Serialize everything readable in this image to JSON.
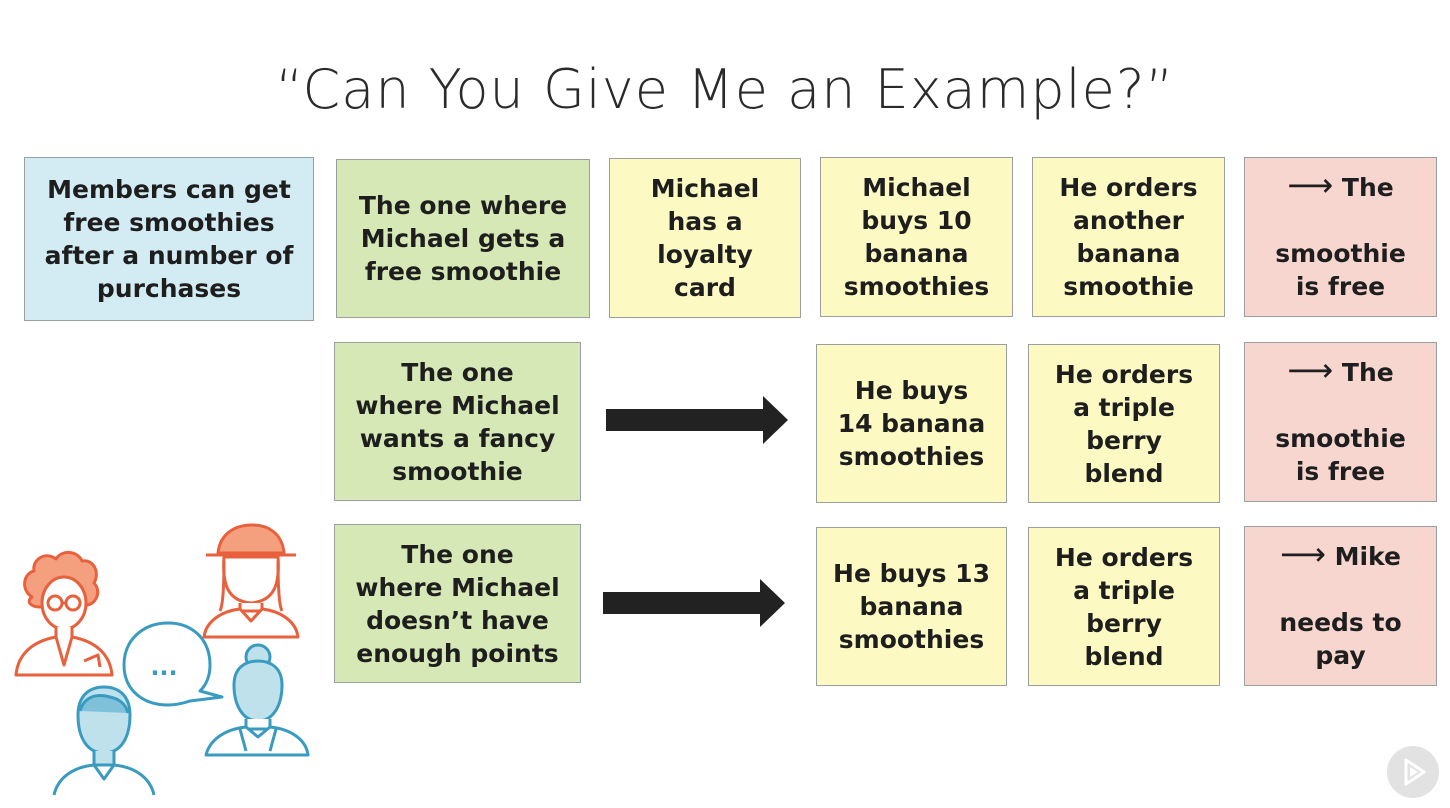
{
  "slide": {
    "title": "“Can You Give Me an Example?”"
  },
  "rule": "Members can get\nfree smoothies\nafter a number of\npurchases",
  "examples": [
    {
      "name": "The one where\nMichael gets a\nfree smoothie",
      "steps": [
        "Michael\nhas a\nloyalty\ncard",
        "Michael\nbuys 10\nbanana\nsmoothies",
        "He orders\nanother\nbanana\nsmoothie"
      ],
      "outcome": {
        "arrow": "⟶",
        "first": "The",
        "rest": "smoothie\nis free"
      }
    },
    {
      "name": "The one\nwhere Michael\nwants a fancy\nsmoothie",
      "steps": [
        "He buys\n14  banana\nsmoothies",
        "He orders\na triple\nberry\nblend"
      ],
      "outcome": {
        "arrow": "⟶",
        "first": "The",
        "rest": "smoothie\nis free"
      }
    },
    {
      "name": "The one\nwhere Michael\ndoesn’t have\nenough points",
      "steps": [
        "He buys 13\nbanana\nsmoothies",
        "He orders\na triple\nberry\nblend"
      ],
      "outcome": {
        "arrow": "⟶",
        "first": "Mike",
        "rest": "needs to\npay"
      }
    }
  ],
  "speech_bubble": "...",
  "colors": {
    "rule": "#d3ecf4",
    "example": "#d6e8b5",
    "step": "#fcf9c2",
    "outcome": "#f7d6d0",
    "people_orange": "#e8603c",
    "people_blue": "#3a9bc0"
  },
  "icons": [
    "person-curly-hair-glasses-icon",
    "person-hat-icon",
    "person-short-hair-icon",
    "person-bun-hair-icon",
    "speech-bubble-icon",
    "play-icon"
  ]
}
